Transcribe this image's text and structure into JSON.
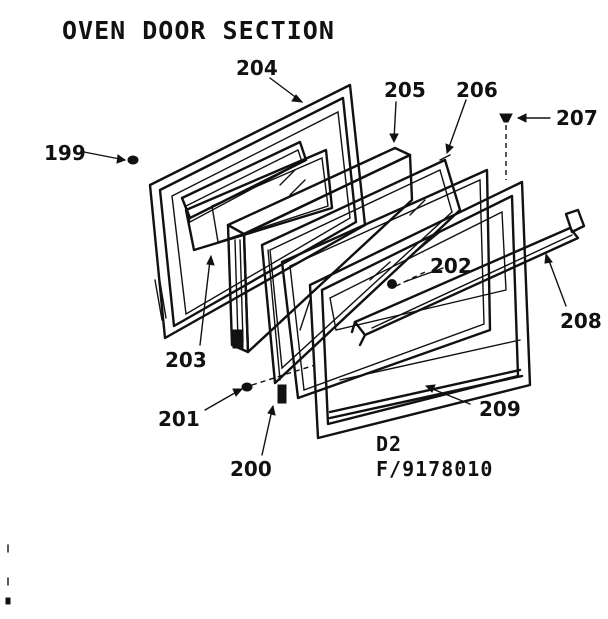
{
  "title": "OVEN DOOR SECTION",
  "parts": {
    "p199": "199",
    "p200": "200",
    "p201": "201",
    "p202": "202",
    "p203": "203",
    "p204": "204",
    "p205": "205",
    "p206": "206",
    "p207": "207",
    "p208": "208",
    "p209": "209"
  },
  "footer": {
    "line1": "D2",
    "line2": "F/9178010"
  }
}
